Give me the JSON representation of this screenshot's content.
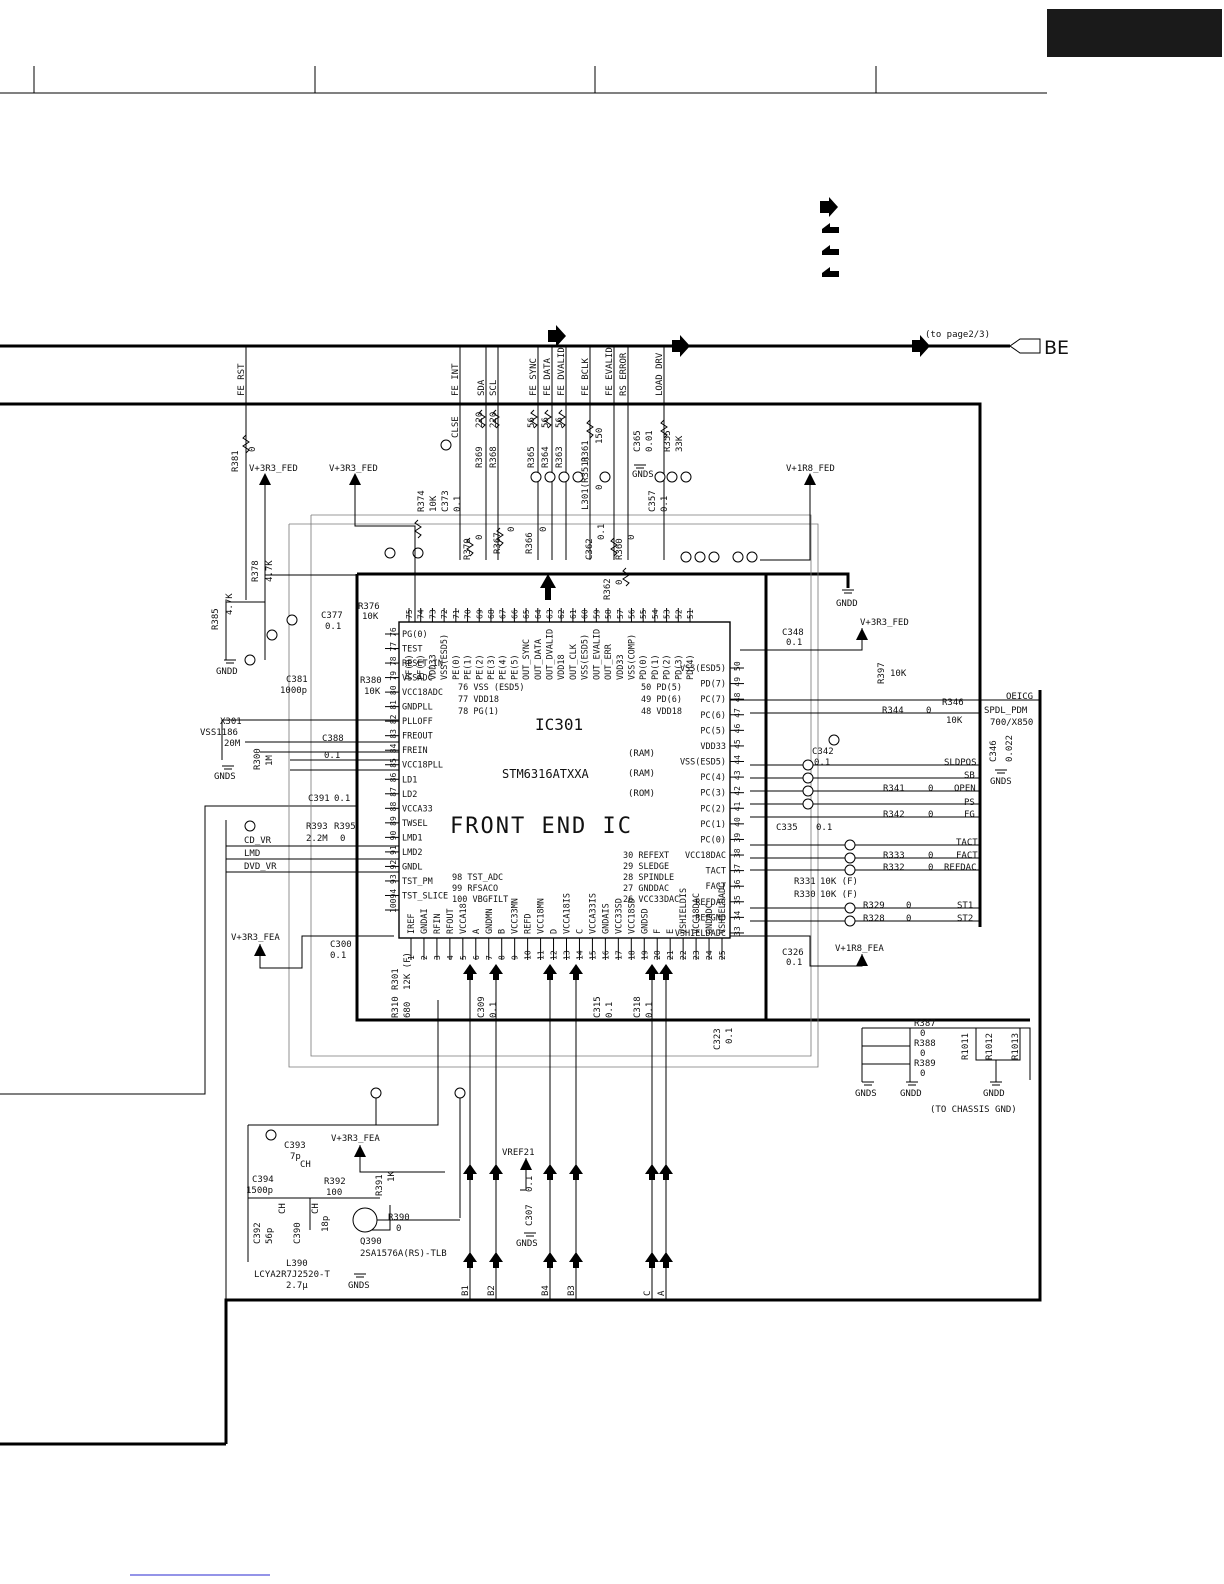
{
  "page": {
    "corner_tab_color": "#1a1a1a",
    "ink_color": "#000000",
    "link_color": "#2a2ad0"
  },
  "legend": {
    "icons": [
      "arrow-right-icon",
      "arrow-left-icon",
      "arrow-left-icon",
      "arrow-left-icon"
    ]
  },
  "bus": {
    "page_ref": "(to page2/3)",
    "connector": "BE"
  },
  "ic": {
    "ref": "IC301",
    "part": "STM6316ATXXA",
    "name": "FRONT END IC",
    "mem": [
      "(RAM)",
      "(RAM)",
      "(ROM)"
    ]
  },
  "rails": {
    "v3r3_fed": "V+3R3_FED",
    "v1r8_fed": "V+1R8_FED",
    "v3r3_fea": "V+3R3_FEA",
    "v1r8_fea": "V+1R8_FEA",
    "vref21": "VREF21"
  },
  "grounds": {
    "gndd": "GNDD",
    "gnds": "GNDS",
    "chassis": "(TO CHASSIS GND)"
  },
  "top_signals": [
    "FE_RST",
    "FE_INT",
    "SDA",
    "SCL",
    "FE_SYNC",
    "FE_DATA",
    "FE_DVALID",
    "FE_BCLK",
    "FE_EVALID",
    "RS_ERROR",
    "LOAD_DRV"
  ],
  "top_components": [
    {
      "ref": "R381",
      "val": "0"
    },
    {
      "ref": "R369",
      "val": "220"
    },
    {
      "ref": "R368",
      "val": "220"
    },
    {
      "ref": "R365",
      "val": "56"
    },
    {
      "ref": "R364",
      "val": "56"
    },
    {
      "ref": "R363",
      "val": "56"
    },
    {
      "ref": "R361",
      "val": "150"
    },
    {
      "ref": "C365",
      "val": "0.01"
    },
    {
      "ref": "R355",
      "val": "33K"
    },
    {
      "ref": "L301(R351)",
      "val": "0"
    },
    {
      "ref": "R374",
      "val": "10K"
    },
    {
      "ref": "C373",
      "val": "0.1"
    },
    {
      "ref": "C357",
      "val": "0.1"
    },
    {
      "ref": "R370",
      "val": "0"
    },
    {
      "ref": "R367",
      "val": "0"
    },
    {
      "ref": "R366",
      "val": "0"
    },
    {
      "ref": "C362",
      "val": "0.1"
    },
    {
      "ref": "R360",
      "val": "0"
    },
    {
      "ref": "R362",
      "val": "0"
    }
  ],
  "clk": "CLSE",
  "left_components": [
    {
      "ref": "R378",
      "val": "4.7K"
    },
    {
      "ref": "R385",
      "val": "4.7K"
    },
    {
      "ref": "C377",
      "val": "0.1"
    },
    {
      "ref": "R376",
      "val": "10K"
    },
    {
      "ref": "C381",
      "val": "1000p"
    },
    {
      "ref": "R380",
      "val": "10K"
    },
    {
      "ref": "X301",
      "val": "VSS1186"
    },
    {
      "ref": "C388",
      "val": "0.1"
    },
    {
      "ref": "R300",
      "val": "1M"
    },
    {
      "ref": "C391",
      "val": "0.1"
    },
    {
      "ref": "R393",
      "val": "2.2M"
    },
    {
      "ref": "R395",
      "val": "0"
    },
    {
      "ref": "C300",
      "val": "0.1"
    }
  ],
  "crystal_freq": "20M",
  "left_nets": [
    "CD_VR",
    "LMD",
    "DVD_VR"
  ],
  "right_components": [
    {
      "ref": "C348",
      "val": "0.1"
    },
    {
      "ref": "R397",
      "val": "10K"
    },
    {
      "ref": "R344",
      "val": "0"
    },
    {
      "ref": "R346",
      "val": "10K"
    },
    {
      "ref": "C346",
      "val": "0.022"
    },
    {
      "ref": "C342",
      "val": "0.1"
    },
    {
      "ref": "R341",
      "val": "0"
    },
    {
      "ref": "R342",
      "val": "0"
    },
    {
      "ref": "C335",
      "val": "0.1"
    },
    {
      "ref": "R333",
      "val": "0"
    },
    {
      "ref": "R332",
      "val": "0"
    },
    {
      "ref": "R331",
      "val": "10K (F)"
    },
    {
      "ref": "R330",
      "val": "10K (F)"
    },
    {
      "ref": "R329",
      "val": "0"
    },
    {
      "ref": "R328",
      "val": "0"
    },
    {
      "ref": "C326",
      "val": "0.1"
    }
  ],
  "right_nets": [
    "OEICG",
    "SPDL_PDM",
    "700/X850",
    "SLDPOS",
    "SB",
    "OPEN",
    "PS",
    "FG",
    "TACT",
    "FACT",
    "REFDAC",
    "ST1",
    "ST2"
  ],
  "bottom_components": [
    {
      "ref": "R310",
      "val": "680"
    },
    {
      "ref": "R301",
      "val": "12K (F)"
    },
    {
      "ref": "C309",
      "val": "0.1"
    },
    {
      "ref": "C315",
      "val": "0.1"
    },
    {
      "ref": "C318",
      "val": "0.1"
    },
    {
      "ref": "C323",
      "val": "0.1"
    },
    {
      "ref": "R387",
      "val": "0"
    },
    {
      "ref": "R388",
      "val": "0"
    },
    {
      "ref": "R389",
      "val": "0"
    },
    {
      "ref": "R1011",
      "val": ""
    },
    {
      "ref": "R1012",
      "val": ""
    },
    {
      "ref": "R1013",
      "val": ""
    }
  ],
  "osc": [
    {
      "ref": "C393",
      "val": "7p"
    },
    {
      "ref": "C394",
      "val": "1500p"
    },
    {
      "ref": "C392",
      "val": "56p"
    },
    {
      "ref": "C390",
      "val": "18p"
    },
    {
      "ref": "R392",
      "val": "100"
    },
    {
      "ref": "R391",
      "val": "1K"
    },
    {
      "ref": "R390",
      "val": "0"
    },
    {
      "ref": "Q390",
      "val": "2SA1576A(RS)-TLB"
    },
    {
      "ref": "L390",
      "val": "LCYA2R7J2520-T"
    },
    {
      "ref": "L390-value",
      "val": "2.7µ"
    },
    {
      "ref": "C307",
      "val": "0.1"
    }
  ],
  "ch_label": "CH",
  "bottom_nets": [
    "B1",
    "B2",
    "B4",
    "B3",
    "C",
    "A"
  ],
  "pins_top": [
    {
      "n": "75",
      "name": "PF(0)"
    },
    {
      "n": "74",
      "name": "PF(1)"
    },
    {
      "n": "73",
      "name": "VDD33"
    },
    {
      "n": "72",
      "name": "VSS(ESD5)"
    },
    {
      "n": "71",
      "name": "PE(0)"
    },
    {
      "n": "70",
      "name": "PE(1)"
    },
    {
      "n": "69",
      "name": "PE(2)"
    },
    {
      "n": "68",
      "name": "PE(3)"
    },
    {
      "n": "67",
      "name": "PE(4)"
    },
    {
      "n": "66",
      "name": "PE(5)"
    },
    {
      "n": "65",
      "name": "OUT_SYNC"
    },
    {
      "n": "64",
      "name": "OUT_DATA"
    },
    {
      "n": "63",
      "name": "OUT_DVALID"
    },
    {
      "n": "62",
      "name": "VDD18"
    },
    {
      "n": "61",
      "name": "OUT_CLK"
    },
    {
      "n": "60",
      "name": "VSS(ESD5)"
    },
    {
      "n": "59",
      "name": "OUT_EVALID"
    },
    {
      "n": "58",
      "name": "OUT_ERR"
    },
    {
      "n": "57",
      "name": "VDD33"
    },
    {
      "n": "56",
      "name": "VSS(COMP)"
    },
    {
      "n": "55",
      "name": "PD(0)"
    },
    {
      "n": "54",
      "name": "PD(1)"
    },
    {
      "n": "53",
      "name": "PD(2)"
    },
    {
      "n": "52",
      "name": "PD(3)"
    },
    {
      "n": "51",
      "name": "PD(4)"
    }
  ],
  "pins_left": [
    {
      "n": "76",
      "name": "PG(0)"
    },
    {
      "n": "77",
      "name": "TEST"
    },
    {
      "n": "78",
      "name": "RESET_IN"
    },
    {
      "n": "79",
      "name": "VSSADC"
    },
    {
      "n": "80",
      "name": "VCC18ADC"
    },
    {
      "n": "81",
      "name": "GNDPLL"
    },
    {
      "n": "82",
      "name": "PLLOFF"
    },
    {
      "n": "83",
      "name": "FREOUT"
    },
    {
      "n": "84",
      "name": "FREIN"
    },
    {
      "n": "85",
      "name": "VCC18PLL"
    },
    {
      "n": "86",
      "name": "LD1"
    },
    {
      "n": "87",
      "name": "LD2"
    },
    {
      "n": "88",
      "name": "VCCA33"
    },
    {
      "n": "89",
      "name": "TWSEL"
    },
    {
      "n": "90",
      "name": "LMD1"
    },
    {
      "n": "91",
      "name": "LMD2"
    },
    {
      "n": "92",
      "name": "GNDL"
    },
    {
      "n": "93",
      "name": "TST_PM"
    },
    {
      "n": "94",
      "name": "TST_SLICE"
    },
    {
      "n": "100",
      "name": ""
    }
  ],
  "pins_right": [
    {
      "n": "50",
      "name": "VSS(ESD5)"
    },
    {
      "n": "49",
      "name": "PD(7)"
    },
    {
      "n": "48",
      "name": "PC(7)"
    },
    {
      "n": "47",
      "name": "PC(6)"
    },
    {
      "n": "46",
      "name": "PC(5)"
    },
    {
      "n": "45",
      "name": "VDD33"
    },
    {
      "n": "44",
      "name": "VSS(ESD5)"
    },
    {
      "n": "43",
      "name": "PC(4)"
    },
    {
      "n": "42",
      "name": "PC(3)"
    },
    {
      "n": "41",
      "name": "PC(2)"
    },
    {
      "n": "40",
      "name": "PC(1)"
    },
    {
      "n": "39",
      "name": "PC(0)"
    },
    {
      "n": "38",
      "name": "VCC18DAC"
    },
    {
      "n": "37",
      "name": "TACT"
    },
    {
      "n": "36",
      "name": "FACT"
    },
    {
      "n": "35",
      "name": "REFDAC"
    },
    {
      "n": "34",
      "name": "REFGND"
    },
    {
      "n": "33",
      "name": "VSHIELDADC"
    }
  ],
  "pins_bottom": [
    {
      "n": "1",
      "name": "IREF"
    },
    {
      "n": "2",
      "name": "GNDAI"
    },
    {
      "n": "3",
      "name": "RFIN"
    },
    {
      "n": "4",
      "name": "RFOUT"
    },
    {
      "n": "5",
      "name": "VCCA18"
    },
    {
      "n": "6",
      "name": "A"
    },
    {
      "n": "7",
      "name": "GNDMN"
    },
    {
      "n": "8",
      "name": "B"
    },
    {
      "n": "9",
      "name": "VCC33MN"
    },
    {
      "n": "10",
      "name": "REFD"
    },
    {
      "n": "11",
      "name": "VCC18MN"
    },
    {
      "n": "12",
      "name": "D"
    },
    {
      "n": "13",
      "name": "VCCA18IS"
    },
    {
      "n": "14",
      "name": "C"
    },
    {
      "n": "15",
      "name": "VCCA33IS"
    },
    {
      "n": "16",
      "name": "GNDAIS"
    },
    {
      "n": "17",
      "name": "VCC33SD"
    },
    {
      "n": "18",
      "name": "VCC18SD"
    },
    {
      "n": "19",
      "name": "GNDSD"
    },
    {
      "n": "20",
      "name": "F"
    },
    {
      "n": "21",
      "name": "E"
    },
    {
      "n": "22",
      "name": "VSHIELDIS"
    },
    {
      "n": "23",
      "name": "VCC18DAC"
    },
    {
      "n": "24",
      "name": "GNDADC"
    },
    {
      "n": "25",
      "name": "VSHIELDADC"
    }
  ],
  "inner_notes": [
    "76 VSS (ESD5)",
    "77 VDD18",
    "78 PG(1)",
    "50 PD(5)",
    "49 PD(6)",
    "48 VDD18",
    "98 TST_ADC",
    "99 RFSACO",
    "100 VBGFILT",
    "30 REFEXT",
    "29 SLEDGE",
    "28 SPINDLE",
    "27 GNDDAC",
    "26 VCC33DAC"
  ]
}
